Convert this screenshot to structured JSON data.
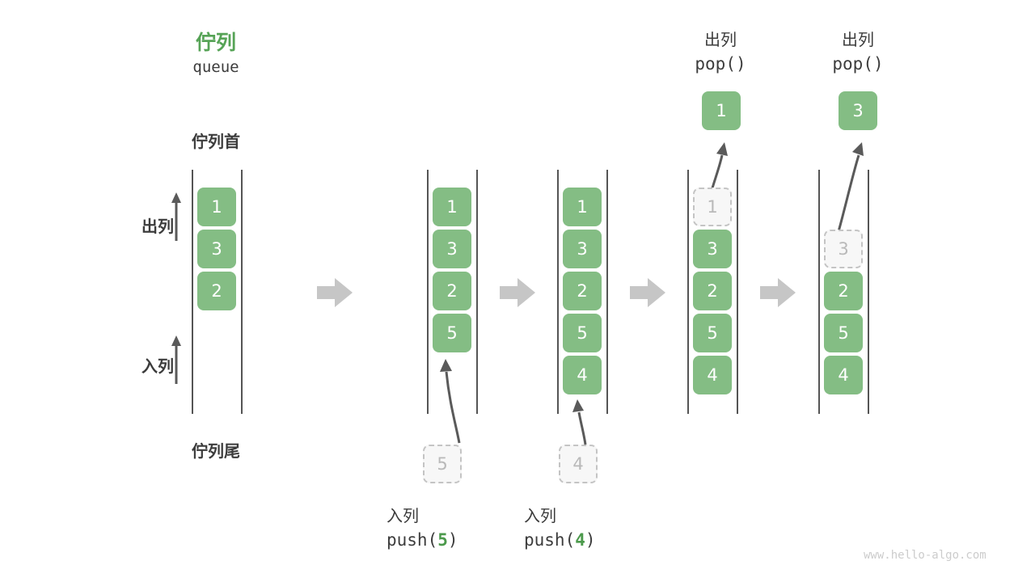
{
  "diagram": {
    "title_cn": "佇列",
    "title_en": "queue",
    "head_label": "佇列首",
    "tail_label": "佇列尾",
    "dequeue_label": "出列",
    "enqueue_label": "入列",
    "watermark": "www.hello-algo.com",
    "colors": {
      "accent_green": "#84bd84",
      "title_green": "#56a356",
      "ghost_gray": "#b9b9b9",
      "arrow_gray": "#c8c8c8",
      "text_dark": "#3c3c3c"
    }
  },
  "columns": [
    {
      "id": "initial",
      "cells": [
        "1",
        "3",
        "2"
      ],
      "ghost_top": null,
      "ghost_bottom": null,
      "popped": null,
      "top_label_cn": null,
      "top_label_code": null,
      "bottom_label_cn": null,
      "bottom_label_code": null
    },
    {
      "id": "after-push-5",
      "cells": [
        "1",
        "3",
        "2",
        "5"
      ],
      "ghost_top": null,
      "ghost_bottom": "5",
      "popped": null,
      "top_label_cn": null,
      "top_label_code": null,
      "bottom_label_cn": "入列",
      "bottom_label_code_pre": "push(",
      "bottom_label_code_arg": "5",
      "bottom_label_code_post": ")"
    },
    {
      "id": "after-push-4",
      "cells": [
        "1",
        "3",
        "2",
        "5",
        "4"
      ],
      "ghost_top": null,
      "ghost_bottom": "4",
      "popped": null,
      "top_label_cn": null,
      "top_label_code": null,
      "bottom_label_cn": "入列",
      "bottom_label_code_pre": "push(",
      "bottom_label_code_arg": "4",
      "bottom_label_code_post": ")"
    },
    {
      "id": "after-pop-1",
      "cells": [
        "3",
        "2",
        "5",
        "4"
      ],
      "ghost_top": "1",
      "ghost_bottom": null,
      "popped": "1",
      "top_label_cn": "出列",
      "top_label_code": "pop()",
      "bottom_label_cn": null,
      "bottom_label_code": null
    },
    {
      "id": "after-pop-3",
      "cells": [
        "2",
        "5",
        "4"
      ],
      "ghost_top": "3",
      "ghost_bottom": null,
      "popped": "3",
      "top_label_cn": "出列",
      "top_label_code": "pop()",
      "bottom_label_cn": null,
      "bottom_label_code": null
    }
  ],
  "transitions": [
    {
      "id": "t1",
      "glyph": "arrow-right"
    },
    {
      "id": "t2",
      "glyph": "arrow-right"
    },
    {
      "id": "t3",
      "glyph": "arrow-right"
    },
    {
      "id": "t4",
      "glyph": "arrow-right"
    }
  ]
}
